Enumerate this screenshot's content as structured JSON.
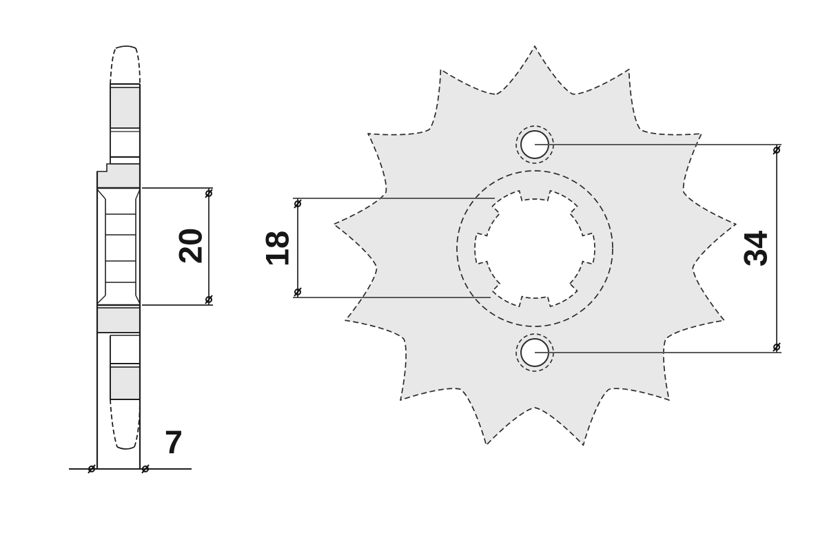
{
  "page": {
    "background": "#ffffff"
  },
  "drawing": {
    "type": "technical-drawing",
    "subject": "front chain sprocket",
    "colors": {
      "line": "#1f1f1f",
      "outline": "#2b2b2b",
      "leader": "#5a5a5a",
      "gear_fill": "#e8e8e8",
      "side_fill": "#e7e7e7",
      "background": "#ffffff"
    },
    "front_view": {
      "teeth": 13,
      "spline_keys": 6,
      "bolt_holes": 2
    },
    "dimensions": {
      "hub_section_height": {
        "label": "20",
        "orientation": "vertical"
      },
      "spline_bore": {
        "label": "18",
        "orientation": "vertical"
      },
      "bolt_hole_spacing": {
        "label": "34",
        "orientation": "vertical"
      },
      "plate_thickness": {
        "label": "7",
        "orientation": "horizontal"
      }
    }
  }
}
